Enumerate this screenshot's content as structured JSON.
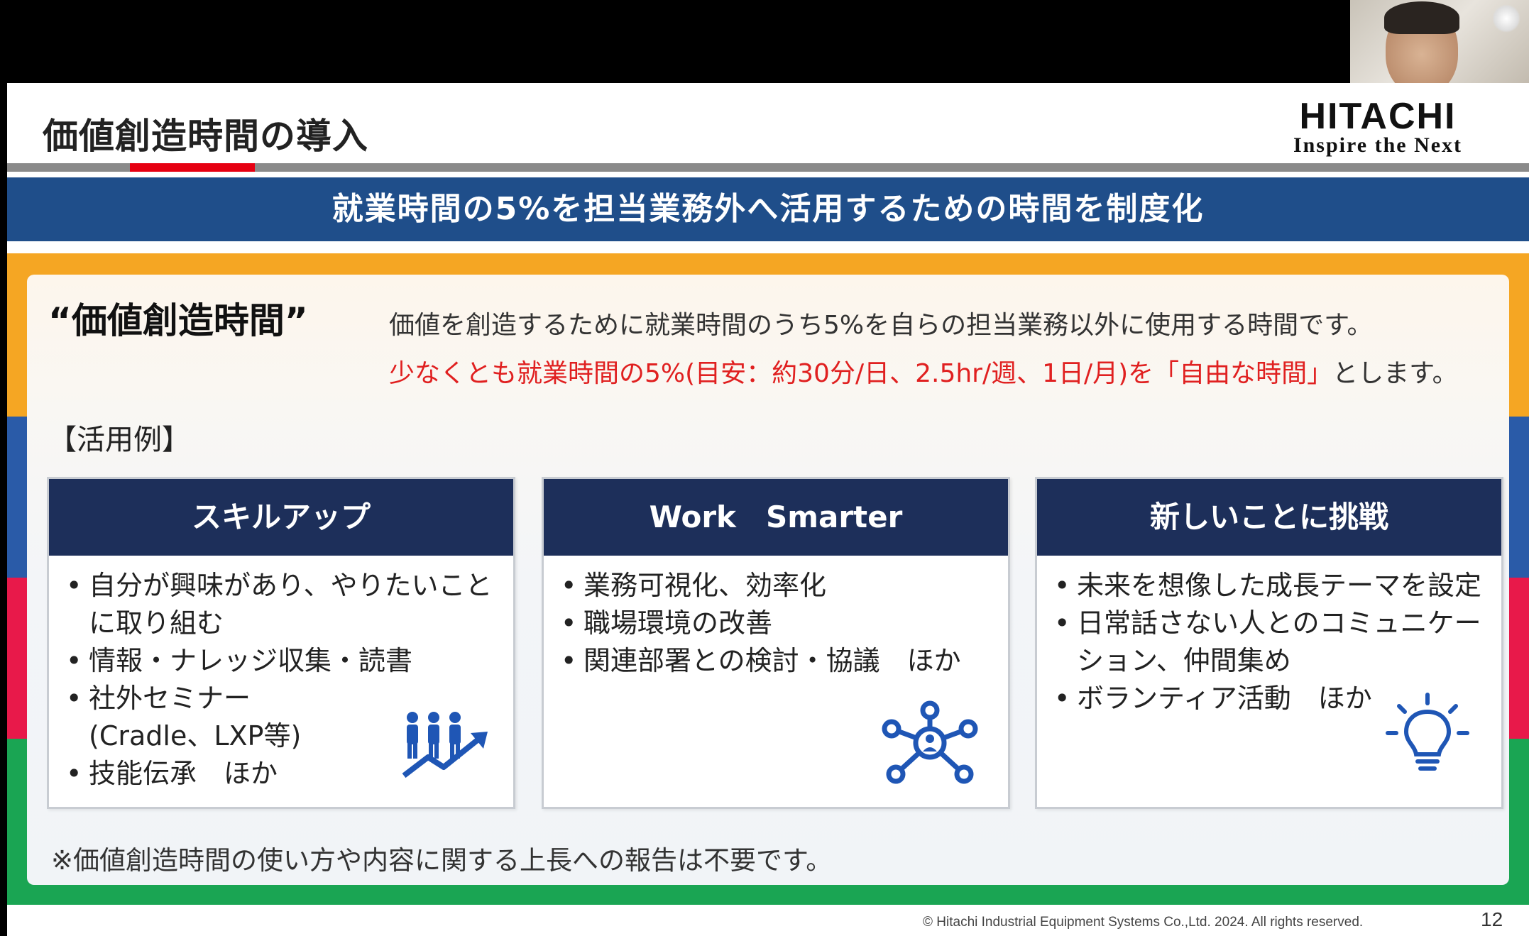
{
  "slide": {
    "title": "価値創造時間の導入",
    "logo": {
      "name": "HITACHI",
      "tagline": "Inspire the Next"
    },
    "banner": "就業時間の5%を担当業務外へ活用するための時間を制度化",
    "definition": {
      "term": "“価値創造時間”",
      "line1": "価値を創造するために就業時間のうち5%を自らの担当業務以外に使用する時間です。",
      "line2_red": "少なくとも就業時間の5%(目安：約30分/日、2.5hr/週、1日/月)を「自由な時間」",
      "line2_tail": "とします。"
    },
    "examples_label": "【活用例】",
    "cards": [
      {
        "title": "スキルアップ",
        "items": [
          "自分が興味があり、やりたいことに取り組む",
          "情報・ナレッジ収集・読書",
          "社外セミナー (Cradle、LXP等)",
          "技能伝承　ほか"
        ],
        "icon": "people-growth-icon"
      },
      {
        "title": "Work　Smarter",
        "items": [
          "業務可視化、効率化",
          "職場環境の改善",
          "関連部署との検討・協議　ほか"
        ],
        "icon": "network-icon"
      },
      {
        "title": "新しいことに挑戦",
        "items": [
          "未来を想像した成長テーマを設定",
          "日常話さない人とのコミュニケーション、仲間集め",
          "ボランティア活動　ほか"
        ],
        "icon": "lightbulb-icon"
      }
    ],
    "note": "※価値創造時間の使い方や内容に関する上長への報告は不要です。",
    "footer": {
      "copyright": "© Hitachi Industrial Equipment Systems Co.,Ltd. 2024. All rights reserved.",
      "page": "12"
    }
  },
  "colors": {
    "banner_blue": "#1f4e8a",
    "card_header_navy": "#1d2f5a",
    "accent_red": "#e60012",
    "stripe_orange": "#f5a623",
    "stripe_blue": "#2a5ba8",
    "stripe_pink": "#e8194a",
    "stripe_green": "#1aa553",
    "icon_blue": "#1f56b5"
  }
}
